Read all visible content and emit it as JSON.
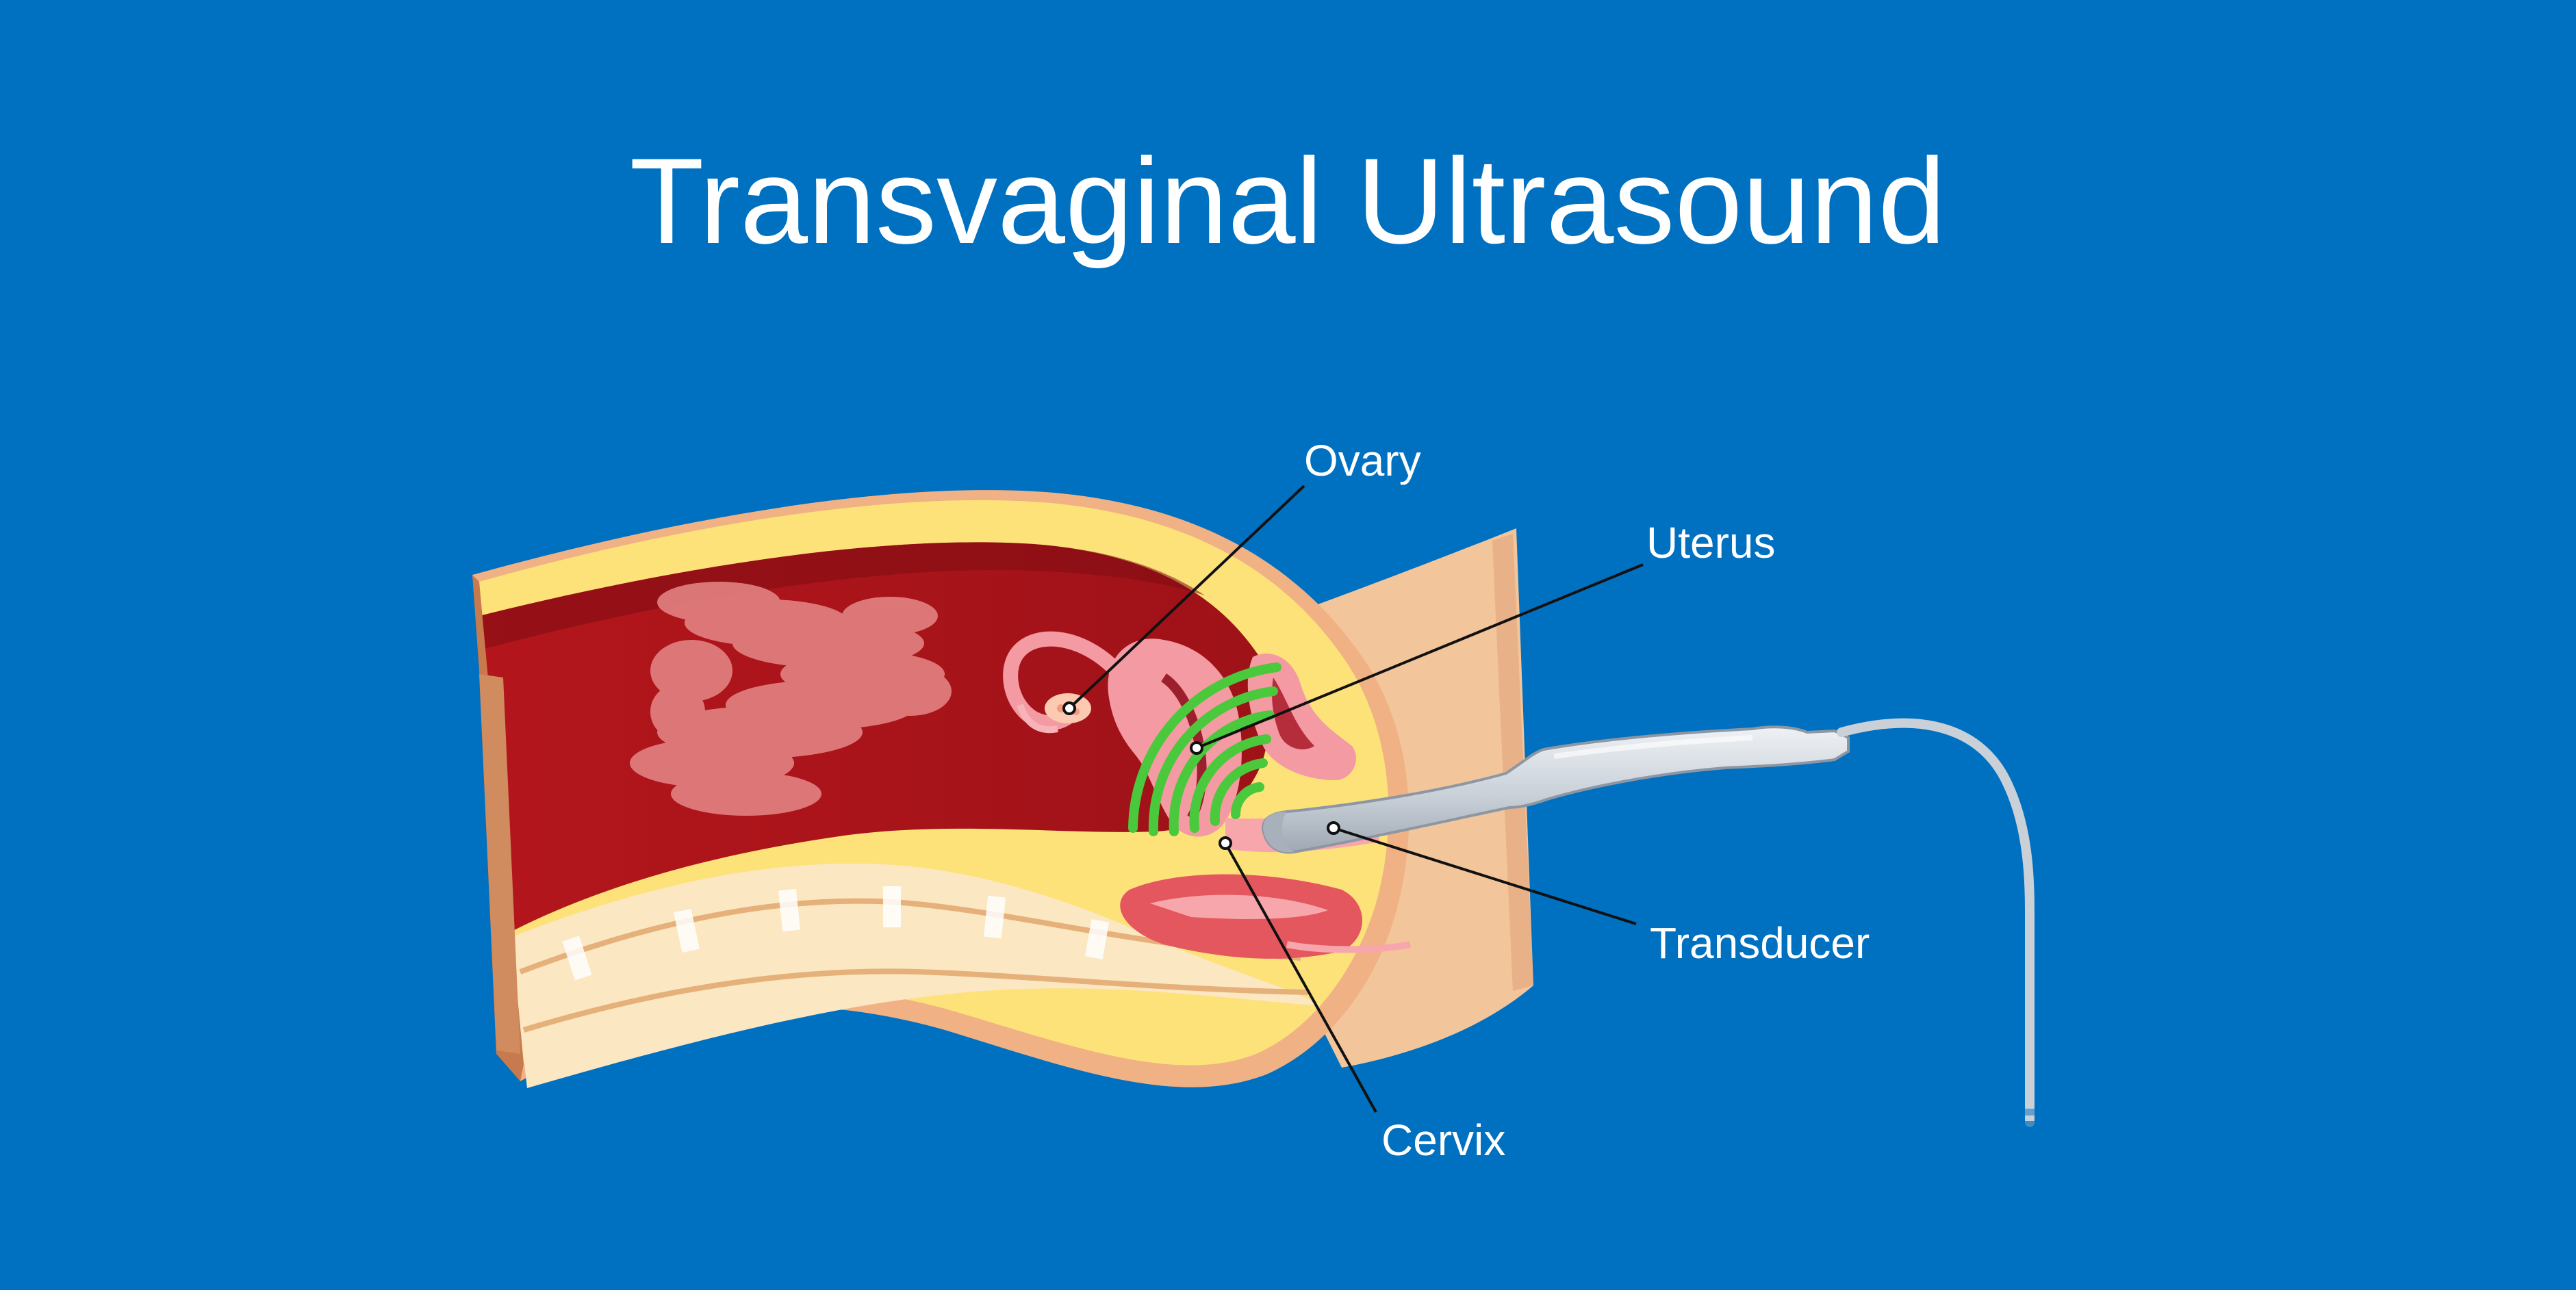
{
  "title": "Transvaginal Ultrasound",
  "labels": {
    "ovary": "Ovary",
    "uterus": "Uterus",
    "transducer": "Transducer",
    "cervix": "Cervix"
  },
  "colors": {
    "background": "#0070c0",
    "text": "#ffffff",
    "leader_line": "#111111",
    "fat_layer": "#fde27a",
    "abdominal_cavity": "#a8181e",
    "skin": "#f3c59b",
    "uterus": "#f39aa3",
    "ultrasound_waves": "#49c93b",
    "probe": "#cfd5dd",
    "cable": "#c9d0d8"
  }
}
